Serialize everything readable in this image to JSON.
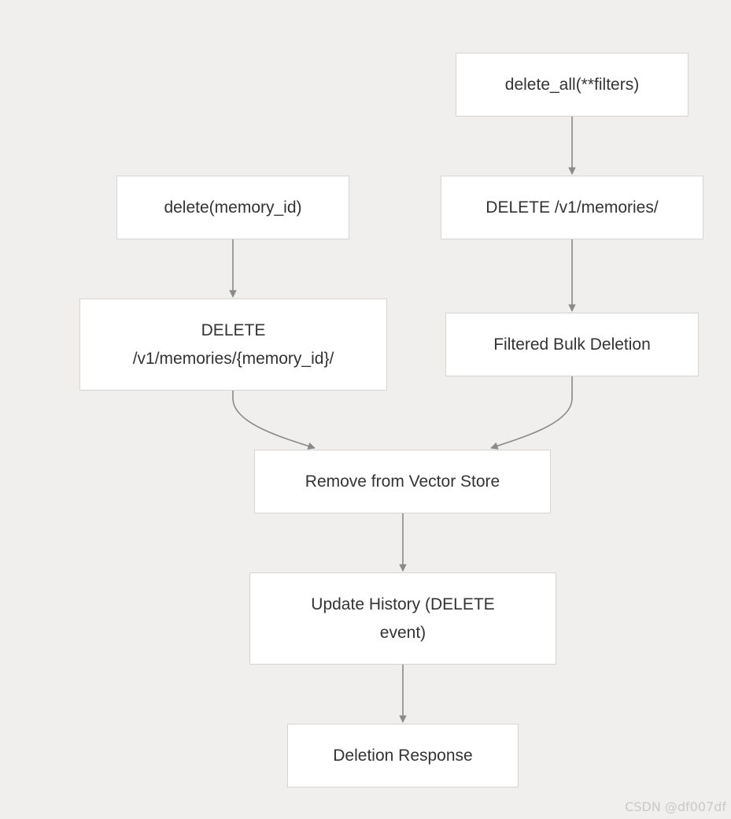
{
  "diagram": {
    "nodes": {
      "delete_all": {
        "label": "delete_all(**filters)"
      },
      "delete_single": {
        "label": "delete(memory_id)"
      },
      "delete_all_endpoint": {
        "label": "DELETE /v1/memories/"
      },
      "delete_single_endpoint": {
        "lines": [
          "DELETE",
          "/v1/memories/{memory_id}/"
        ]
      },
      "filtered_bulk": {
        "label": "Filtered Bulk Deletion"
      },
      "remove_vector": {
        "label": "Remove from Vector Store"
      },
      "update_history": {
        "lines": [
          "Update History (DELETE",
          "event)"
        ]
      },
      "deletion_response": {
        "label": "Deletion Response"
      }
    },
    "edges": [
      {
        "from": "delete_all",
        "to": "delete_all_endpoint"
      },
      {
        "from": "delete_all_endpoint",
        "to": "filtered_bulk"
      },
      {
        "from": "delete_single",
        "to": "delete_single_endpoint"
      },
      {
        "from": "delete_single_endpoint",
        "to": "remove_vector"
      },
      {
        "from": "filtered_bulk",
        "to": "remove_vector"
      },
      {
        "from": "remove_vector",
        "to": "update_history"
      },
      {
        "from": "update_history",
        "to": "deletion_response"
      }
    ],
    "colors": {
      "background": "#f0efed",
      "node_fill": "#ffffff",
      "node_border": "#d4d4d4",
      "edge": "#8a8a8a",
      "text": "#333333"
    }
  },
  "watermark": "CSDN @df007df"
}
